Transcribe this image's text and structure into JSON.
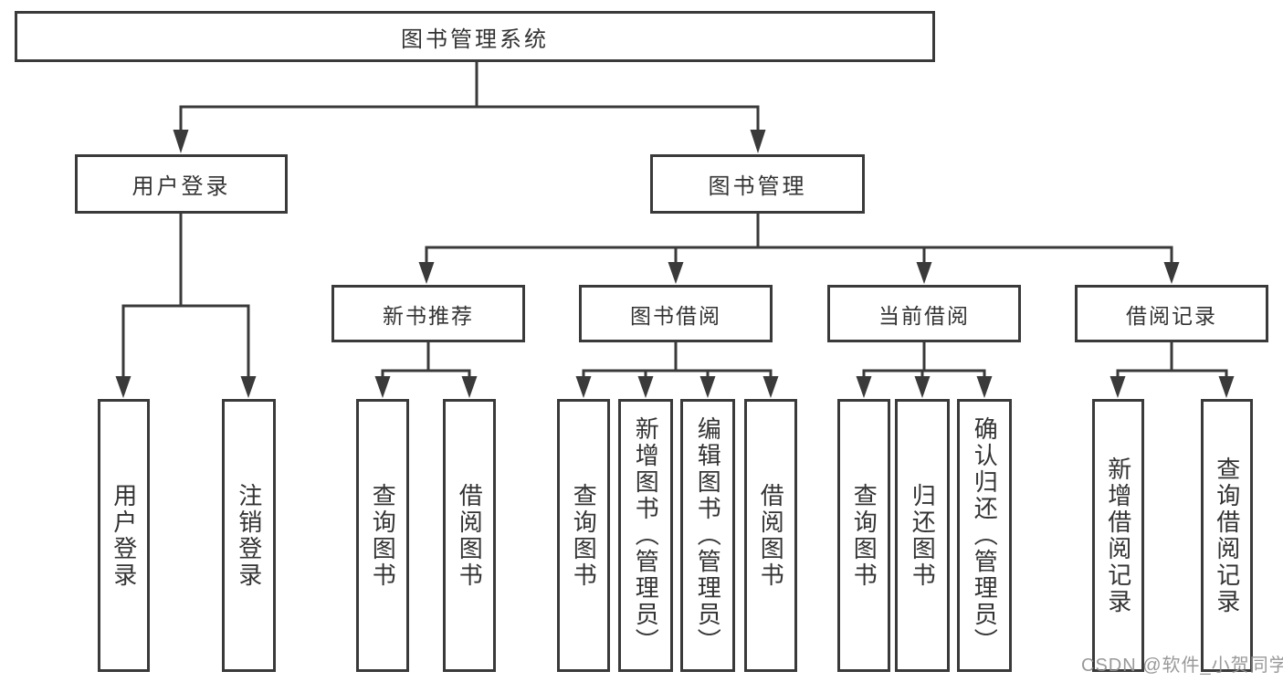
{
  "diagram": {
    "root": "图书管理系统",
    "level2": [
      "用户登录",
      "图书管理"
    ],
    "level3": [
      "新书推荐",
      "图书借阅",
      "当前借阅",
      "借阅记录"
    ],
    "groups": {
      "user_login": [
        "用户登录",
        "注销登录"
      ],
      "new_books": [
        "查询图书",
        "借阅图书"
      ],
      "book_borrow": [
        "查询图书",
        "新增图书（管理员）",
        "编辑图书（管理员）",
        "借阅图书"
      ],
      "current_borrow": [
        "查询图书",
        "归还图书",
        "确认归还（管理员）"
      ],
      "borrow_records": [
        "新增借阅记录",
        "查询借阅记录"
      ]
    }
  },
  "watermark": "CSDN @软件_小贺同学",
  "colors": {
    "line": "#3a3a3a",
    "text": "#333333",
    "watermark": "#919191",
    "background": "#ffffff"
  }
}
